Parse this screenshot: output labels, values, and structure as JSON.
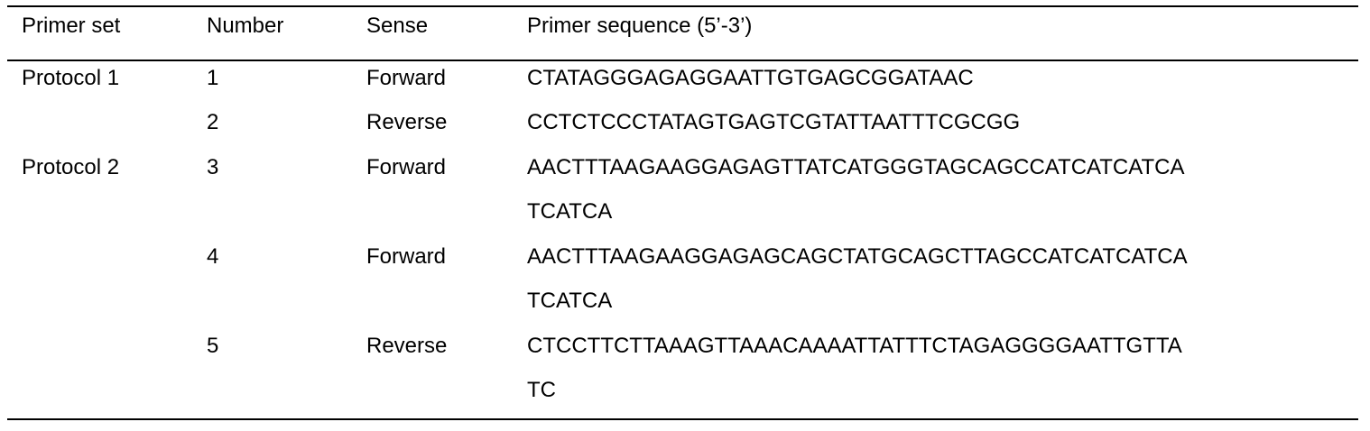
{
  "table": {
    "headers": {
      "primer_set": "Primer set",
      "number": "Number",
      "sense": "Sense",
      "sequence": "Primer sequence (5’-3’)"
    },
    "rows": [
      {
        "primer_set": "Protocol 1",
        "number": "1",
        "sense": "Forward",
        "sequence_lines": [
          "CTATAGGGAGAGGAATTGTGAGCGGATAAC"
        ]
      },
      {
        "primer_set": "",
        "number": "2",
        "sense": "Reverse",
        "sequence_lines": [
          "CCTCTCCCTATAGTGAGTCGTATTAATTTCGCGG"
        ]
      },
      {
        "primer_set": "Protocol 2",
        "number": "3",
        "sense": "Forward",
        "sequence_lines": [
          "AACTTTAAGAAGGAGAGTTATCATGGGTAGCAGCCATCATCATCA",
          "TCATCA"
        ]
      },
      {
        "primer_set": "",
        "number": "4",
        "sense": "Forward",
        "sequence_lines": [
          "AACTTTAAGAAGGAGAGCAGCTATGCAGCTTAGCCATCATCATCA",
          "TCATCA"
        ]
      },
      {
        "primer_set": "",
        "number": "5",
        "sense": "Reverse",
        "sequence_lines": [
          "CTCCTTCTTAAAGTTAAACAAAATTATTTCTAGAGGGGAATTGTTA",
          "TC"
        ]
      }
    ]
  }
}
